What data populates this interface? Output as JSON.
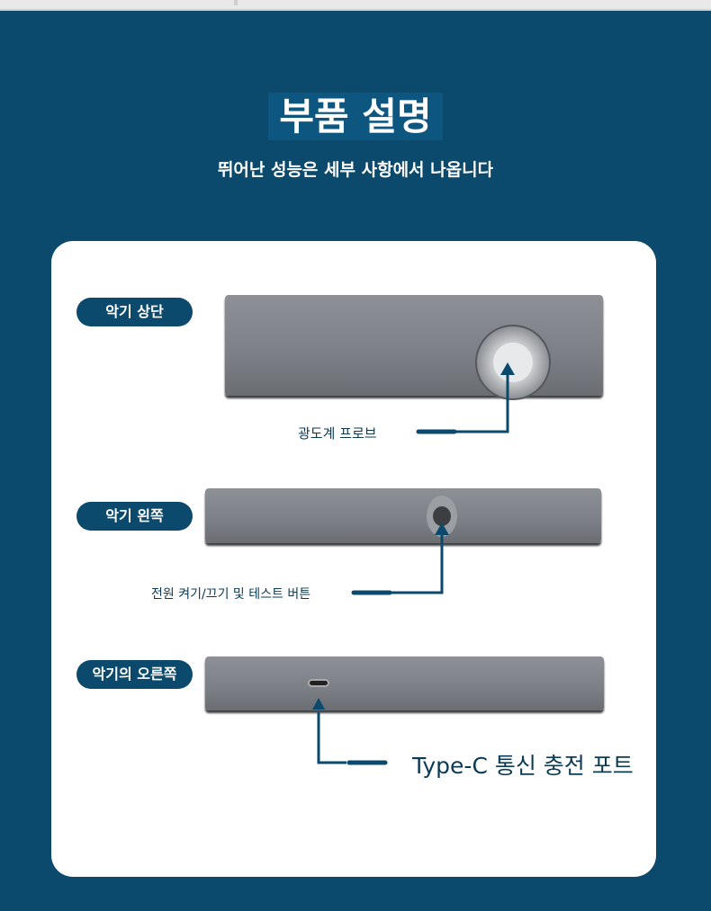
{
  "header": {
    "title": "부품 설명",
    "subtitle": "뛰어난 성능은 세부 사항에서 나옵니다"
  },
  "sections": [
    {
      "label": "악기 상단",
      "part": "광도계 프로브"
    },
    {
      "label": "악기 왼쪽",
      "part": "전원 켜기/끄기 및 테스트 버튼"
    },
    {
      "label": "악기의 오른쪽",
      "part": "Type-C 통신 충전 포트"
    }
  ],
  "colors": {
    "background": "#0b4a6c",
    "card": "#ffffff",
    "accent": "#0b4a6c"
  }
}
